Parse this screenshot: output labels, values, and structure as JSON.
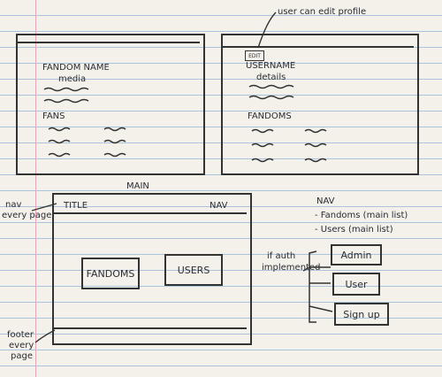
{
  "annotations": {
    "user_can_edit": "user can edit profile",
    "nav_every_page": [
      "nav",
      "every page"
    ],
    "footer_every_page": [
      "footer",
      "every",
      "page"
    ],
    "if_auth": [
      "if auth",
      "implemented"
    ]
  },
  "fandom_page": {
    "name": "FANDOM NAME",
    "media": "media",
    "fans": "FANS"
  },
  "user_page": {
    "edit": "EDIT",
    "username": "USERNAME",
    "details": "details",
    "fandoms": "FANDOMS"
  },
  "main_page": {
    "heading": "MAIN",
    "title": "TITLE",
    "nav": "NAV",
    "fandoms_button": "FANDOMS",
    "users_button": "USERS"
  },
  "nav_notes": {
    "heading": "NAV",
    "items": [
      "- Fandoms (main list)",
      "- Users (main list)"
    ],
    "auth_buttons": [
      "Admin",
      "User",
      "Sign up"
    ]
  }
}
